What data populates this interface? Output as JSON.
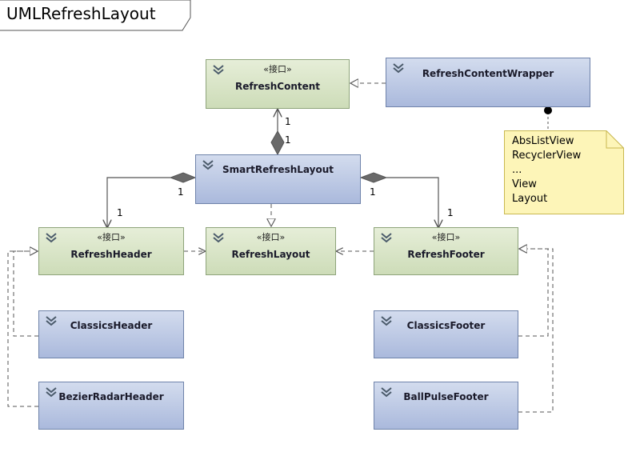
{
  "title": "UMLRefreshLayout",
  "stereotype": "«接口»",
  "boxes": {
    "refresh_content": "RefreshContent",
    "refresh_content_wrapper": "RefreshContentWrapper",
    "smart_refresh_layout": "SmartRefreshLayout",
    "refresh_header": "RefreshHeader",
    "refresh_layout": "RefreshLayout",
    "refresh_footer": "RefreshFooter",
    "classics_header": "ClassicsHeader",
    "bezier_radar_header": "BezierRadarHeader",
    "classics_footer": "ClassicsFooter",
    "ball_pulse_footer": "BallPulseFooter"
  },
  "note": {
    "lines": [
      "AbsListView",
      "RecyclerView",
      "...",
      "View",
      "Layout"
    ]
  },
  "multiplicities": {
    "content_top": "1",
    "content_bottom": "1",
    "header_near_layout": "1",
    "header_near_target": "1",
    "footer_near_layout": "1",
    "footer_near_target": "1"
  },
  "colors": {
    "interface_fill": "#d9e5c8",
    "class_fill": "#b8c6e4",
    "note_fill": "#fdf5b8",
    "line": "#555555"
  },
  "icons": {
    "collapse": "chevron-double-down-icon"
  }
}
